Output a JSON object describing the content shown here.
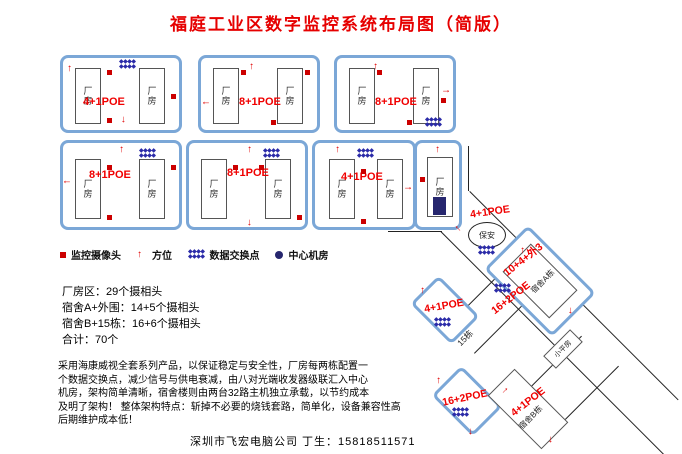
{
  "title": "福庭工业区数字监控系统布局图（简版）",
  "labels": {
    "factory": "厂房"
  },
  "factory_blocks": [
    {
      "poe": "4+1POE"
    },
    {
      "poe": "8+1POE"
    },
    {
      "poe": "8+1POE"
    },
    {
      "poe": "8+1POE"
    },
    {
      "poe": "8+1POE"
    },
    {
      "poe": "4+1POE"
    }
  ],
  "legend": {
    "camera": "监控摄像头",
    "direction": "方位",
    "data_exchange": "数据交换点",
    "machine_room": "中心机房"
  },
  "icons": {
    "camera": "red-square",
    "direction": "red-arrow",
    "data_exchange": "blue-diamond-cluster",
    "machine_room": "dark-navy-square"
  },
  "stats": {
    "line1": "厂房区：29个摄相头",
    "line2": "宿舍A+外围：14+5个摄相头",
    "line3": "宿舍B+15栋：16+6个摄相头",
    "line4": "合计：70个"
  },
  "description": {
    "line1": "采用海康威视全套系列产品，以保证稳定与安全性，厂房每两栋配置一",
    "line2": "个数据交换点，减少信号与供电衰减，由八对光端收发器级联汇入中心",
    "line3": "机房，架构简单清晰，宿舍楼则由两台32路主机独立承载，以节约成本",
    "line4": "及明了架构！ 整体架构特点：斩掉不必要的烧钱套路，简单化，设备兼容性高",
    "line5": "后期维护成本低！"
  },
  "footer": "深圳市飞宏电脑公司 丁生：15818511571",
  "site": {
    "security": "保安",
    "security_poe": "4+1POE",
    "dorm_a": "宿舍A栋",
    "dorm_a_count": "10+4+外3",
    "dorm_a_poe": "16+2POE",
    "road_poe": "4+1POE",
    "building15": "15栋",
    "small_house": "小平房",
    "dorm_b": "宿舍B栋",
    "dorm_b_poe": "16+2POE",
    "dorm_b_poe2": "4+1POE"
  },
  "colors": {
    "block_border": "#7BA7D7",
    "accent_red": "#E60000",
    "exchange_blue": "#2B2BA8",
    "machine_room": "#26266E"
  }
}
